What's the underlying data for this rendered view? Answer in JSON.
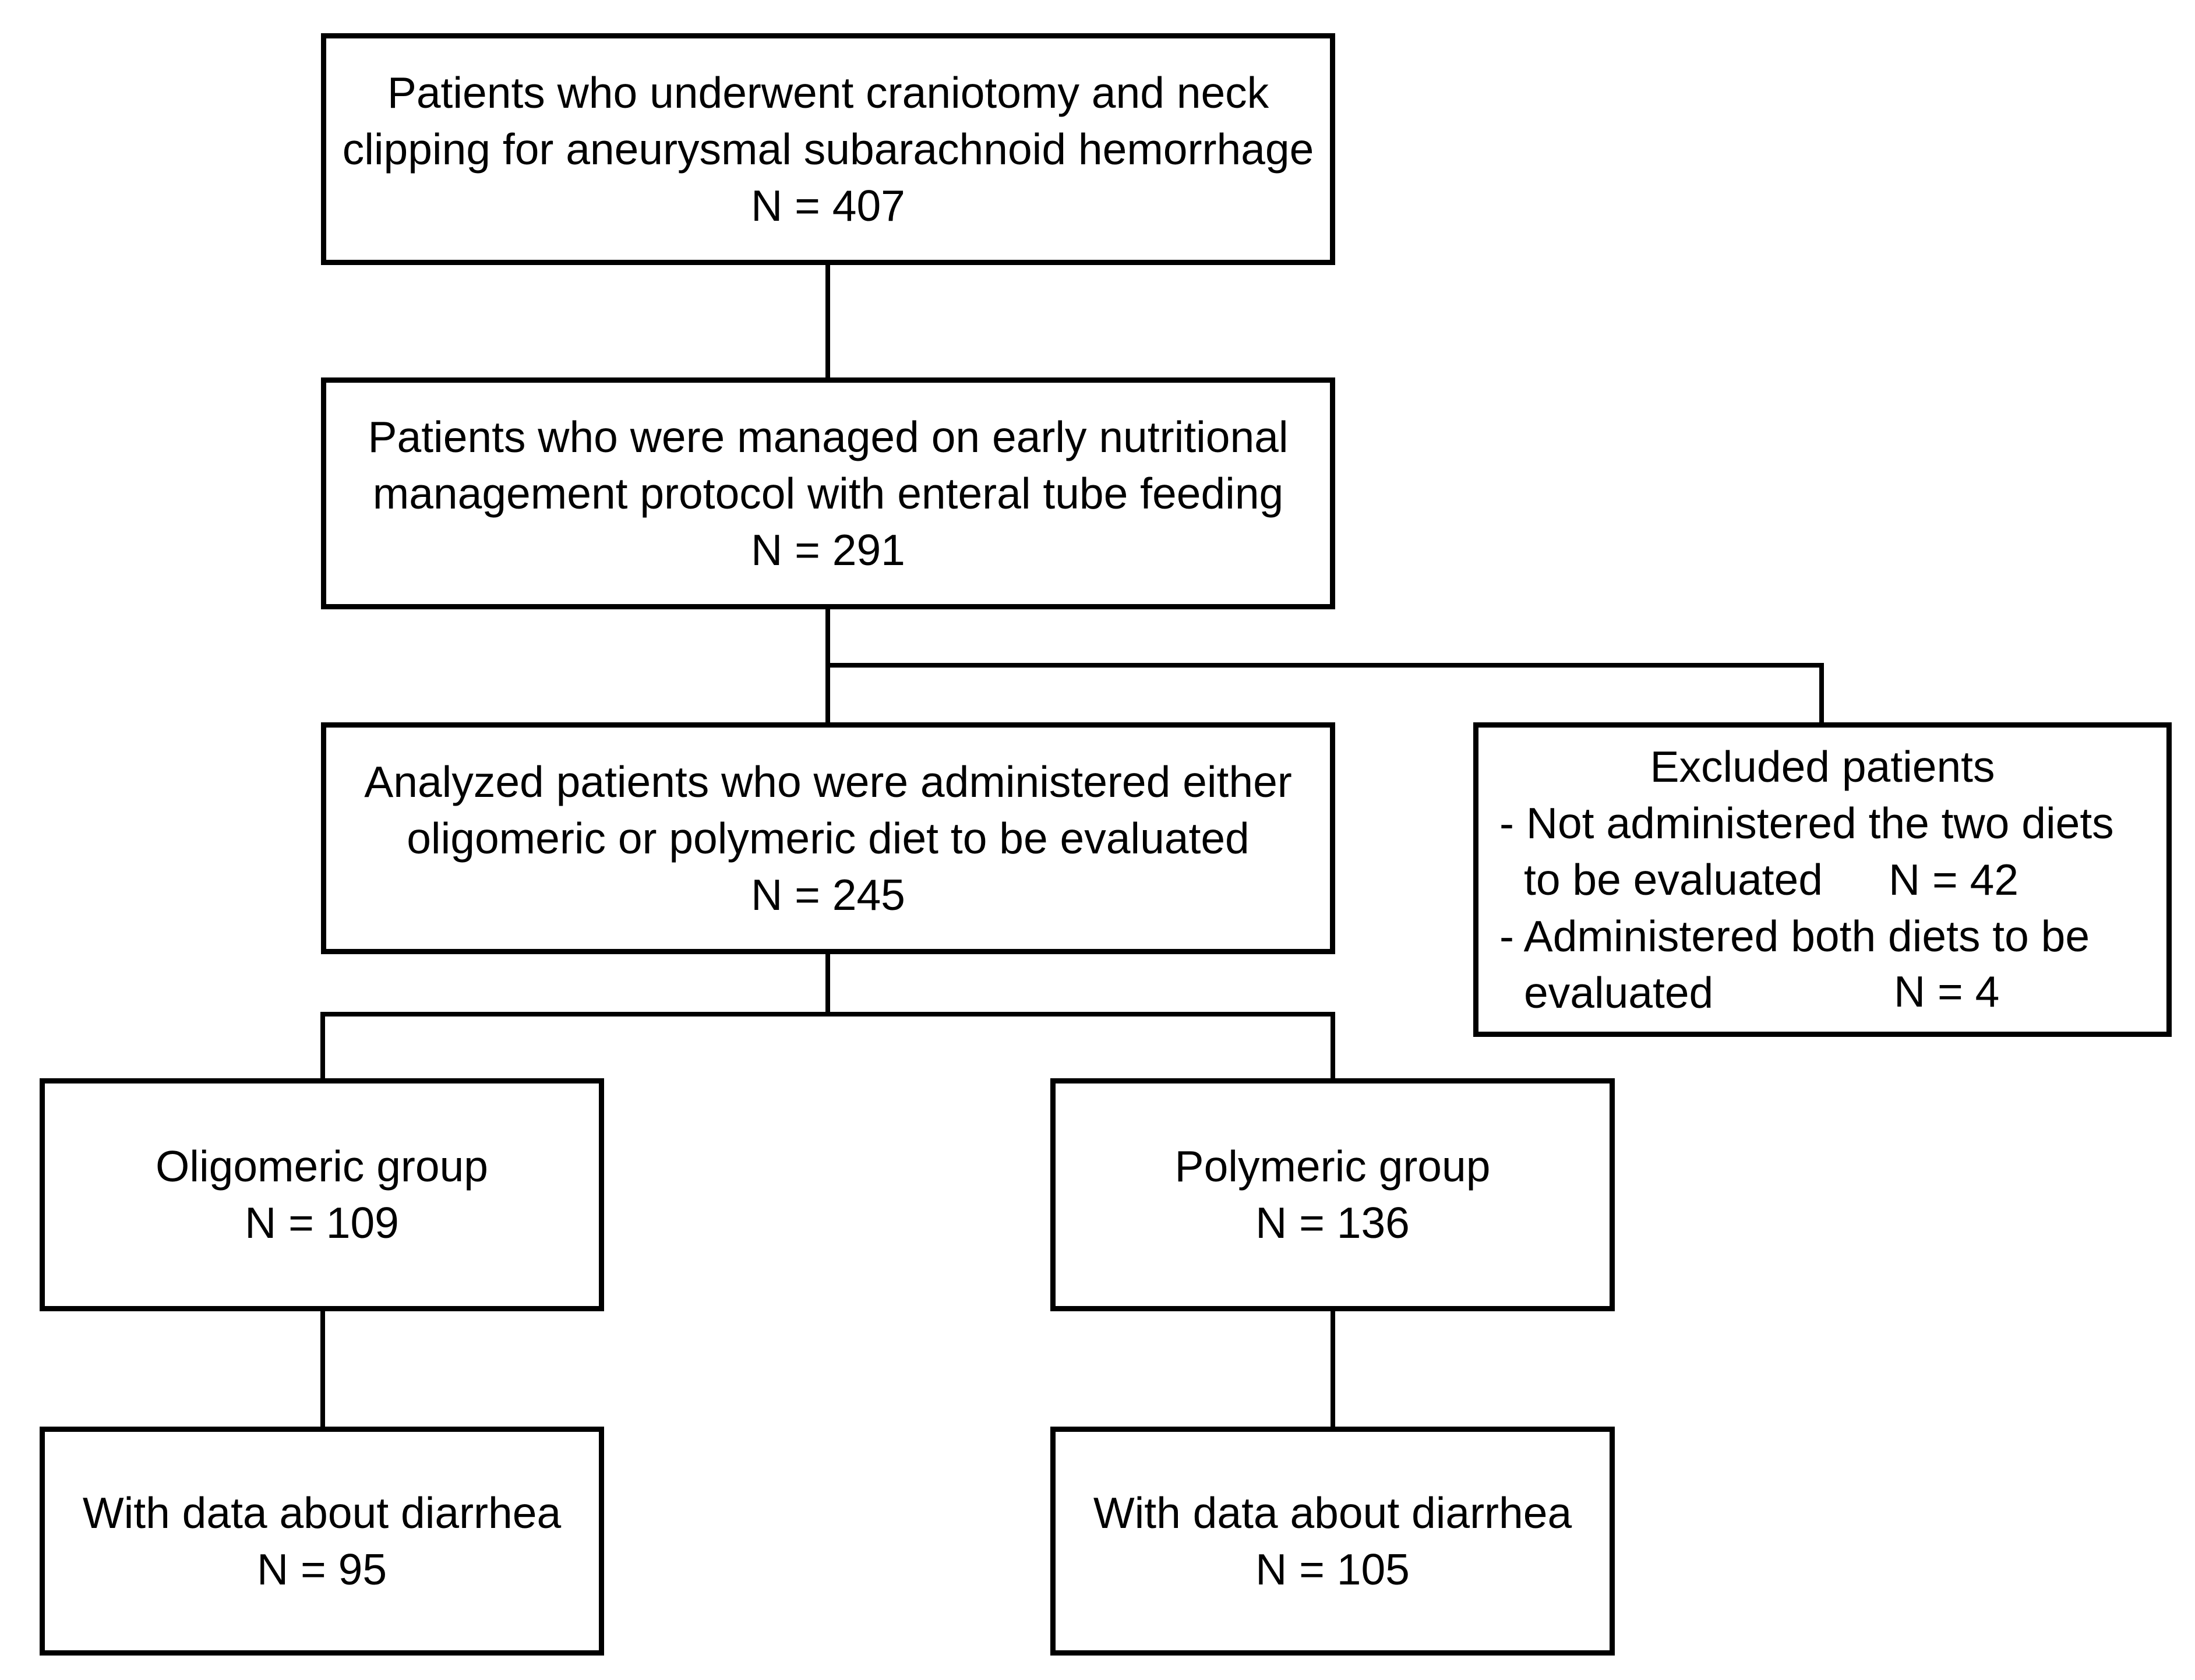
{
  "boxes": {
    "start": {
      "line1": "Patients who underwent craniotomy and neck",
      "line2": "clipping for aneurysmal subarachnoid hemorrhage",
      "count": "N = 407"
    },
    "protocol": {
      "line1": "Patients who were managed on early nutritional",
      "line2": "management protocol with enteral tube feeding",
      "count": "N = 291"
    },
    "analyzed": {
      "line1": "Analyzed patients who were administered either",
      "line2": "oligomeric or polymeric diet to be evaluated",
      "count": "N = 245"
    },
    "excluded": {
      "title": "Excluded patients",
      "item1_line1": "- Not administered the two diets",
      "item1_line2": "to be evaluated",
      "item1_count": "N = 42",
      "item2_line1": "- Administered both diets to be",
      "item2_line2": "evaluated",
      "item2_count": "N = 4"
    },
    "oligomeric": {
      "label": "Oligomeric group",
      "count": "N = 109"
    },
    "polymeric": {
      "label": "Polymeric group",
      "count": "N = 136"
    },
    "oligomeric_diarrhea": {
      "label": "With data about diarrhea",
      "count": "N = 95"
    },
    "polymeric_diarrhea": {
      "label": "With data about diarrhea",
      "count": "N = 105"
    }
  }
}
